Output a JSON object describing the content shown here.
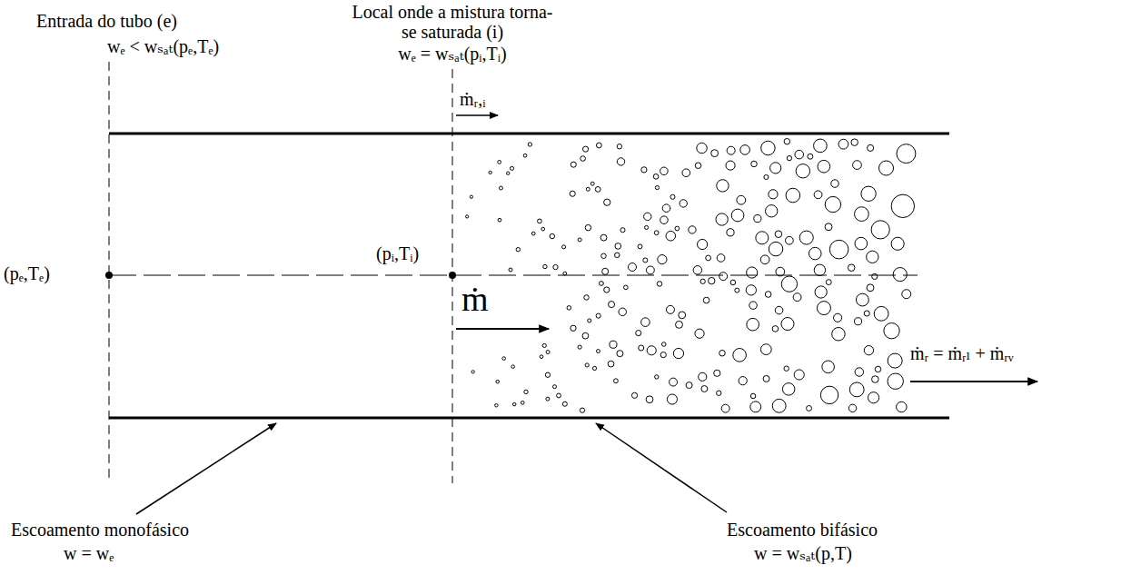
{
  "diagram": {
    "labels": [
      "Entrada do tubo (e)",
      "wₑ < wₛₐₜ(pₑ,Tₑ)",
      "Local onde a mistura torna-se saturada (i)",
      "wₑ = wₛₐₜ(pᵢ,Tᵢ)",
      "(pₑ,Tₑ)",
      "(pᵢ,Tᵢ)",
      "ṁᵣ,ᵢ",
      "ṁ",
      "ṁᵣ = ṁᵣₗ + ṁᵣᵥ",
      "Escoamento monofásico",
      "w = wₑ",
      "Escoamento bifásico",
      "w = wₛₐₜ(p,T)"
    ]
  }
}
